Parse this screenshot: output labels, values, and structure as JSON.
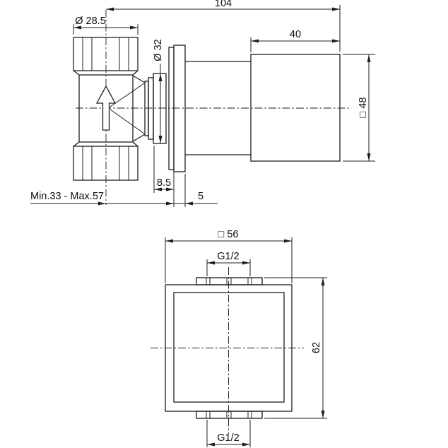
{
  "drawing": {
    "kind": "technical-dimension-drawing",
    "background": "#ffffff",
    "line_color": "#1d1d1b",
    "side_view": {
      "dims": {
        "overall_length": "104",
        "handle_length": "40",
        "nut_diameter": "Ø 28.5",
        "stem_diameter": "Ø 32",
        "handle_square": "□ 48",
        "escutcheon_offset": "8.5",
        "escutcheon_thickness": "5",
        "installation_range": "Min.33 - Max.57"
      }
    },
    "front_view": {
      "dims": {
        "plate_square": "□ 56",
        "top_thread": "G1/2",
        "overall_height": "62",
        "bottom_thread": "G1/2"
      }
    }
  }
}
